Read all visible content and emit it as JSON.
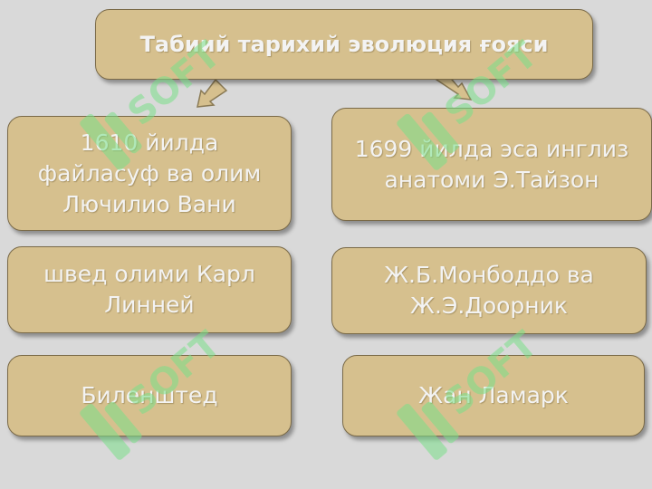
{
  "title": "Табиий тарихий эволюция ғояси",
  "boxes": {
    "vani": "1610 йилда файласуф ва олим Лючилио Вани",
    "tyson": "1699 йилда эса инглиз анатоми Э.Тайзон",
    "linnaeus": "швед олими Карл Линней",
    "monboddo": "Ж.Б.Монбоддо ва Ж.Э.Доорник",
    "bilenshted": "Биленштед",
    "lamarck": "Жан Ламарк"
  },
  "watermark": "SOFT",
  "colors": {
    "background": "#d9d9d9",
    "box_fill": "#d6c08e",
    "box_border": "#7a6a48",
    "text": "#f3f3f3",
    "watermark": "#7be08a"
  }
}
